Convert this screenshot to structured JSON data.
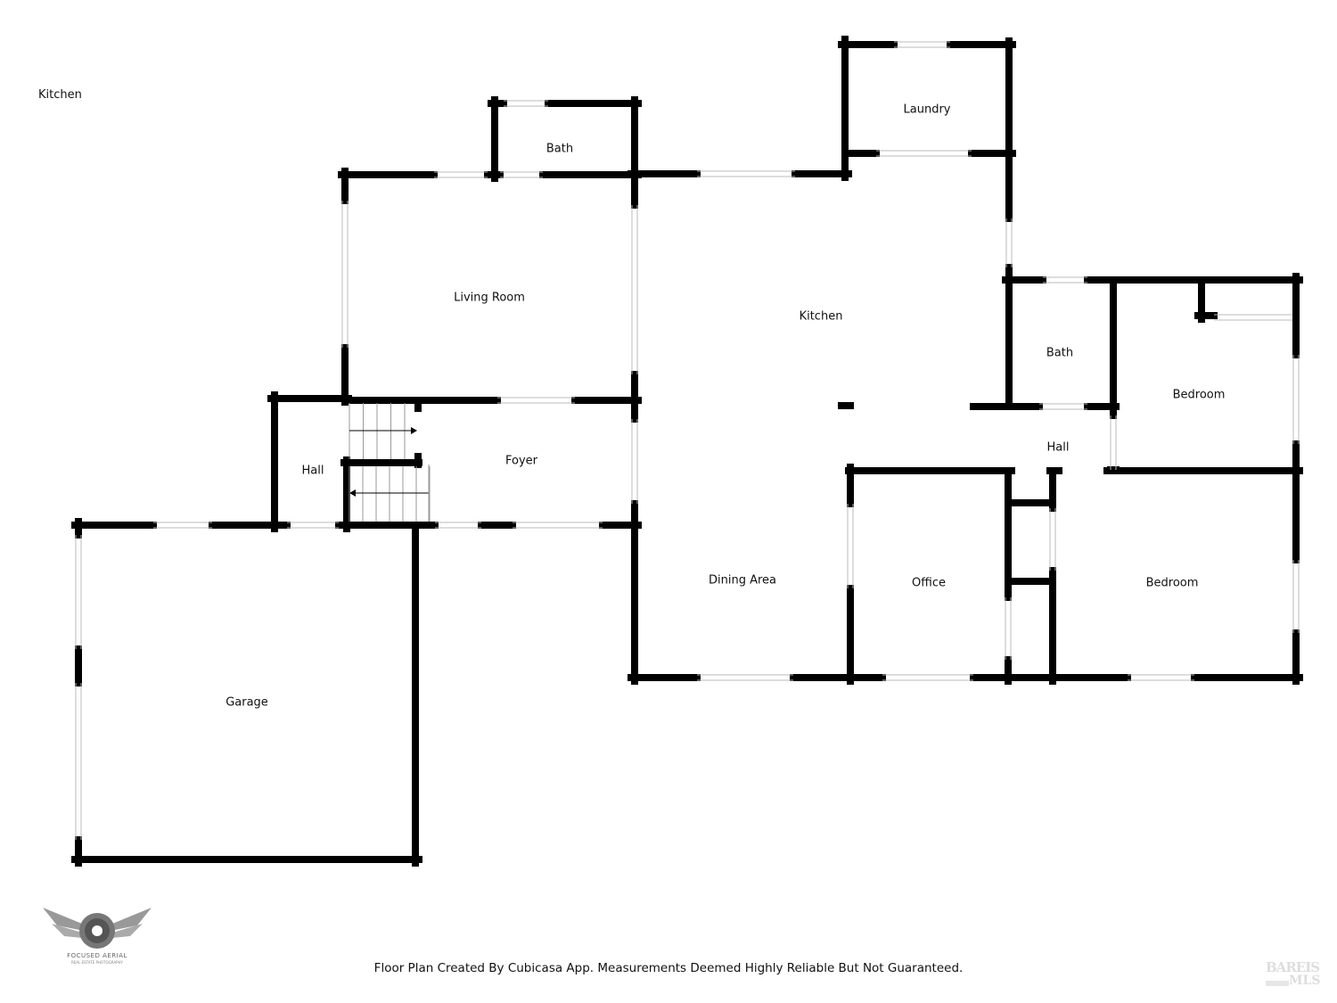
{
  "corner_label": "Kitchen",
  "rooms": [
    {
      "key": "bath_top",
      "label": "Bath"
    },
    {
      "key": "laundry",
      "label": "Laundry"
    },
    {
      "key": "living_room",
      "label": "Living Room"
    },
    {
      "key": "kitchen",
      "label": "Kitchen"
    },
    {
      "key": "bath_right",
      "label": "Bath"
    },
    {
      "key": "bedroom_upper",
      "label": "Bedroom"
    },
    {
      "key": "hall_right",
      "label": "Hall"
    },
    {
      "key": "hall_left",
      "label": "Hall"
    },
    {
      "key": "foyer",
      "label": "Foyer"
    },
    {
      "key": "dining_area",
      "label": "Dining Area"
    },
    {
      "key": "office",
      "label": "Office"
    },
    {
      "key": "bedroom_lower",
      "label": "Bedroom"
    },
    {
      "key": "garage",
      "label": "Garage"
    }
  ],
  "footer": "Floor Plan Created By Cubicasa App. Measurements Deemed Highly Reliable But Not Guaranteed.",
  "logo": {
    "name": "FOCUSED AERIAL",
    "tagline": "REAL ESTATE PHOTOGRAPHY",
    "icon": "winged-camera-aperture-icon"
  },
  "watermark": {
    "line1": "BAREIS",
    "line2": "MLS"
  },
  "colors": {
    "wall": "#000000",
    "window": "#bbbbbb",
    "background": "#ffffff"
  }
}
